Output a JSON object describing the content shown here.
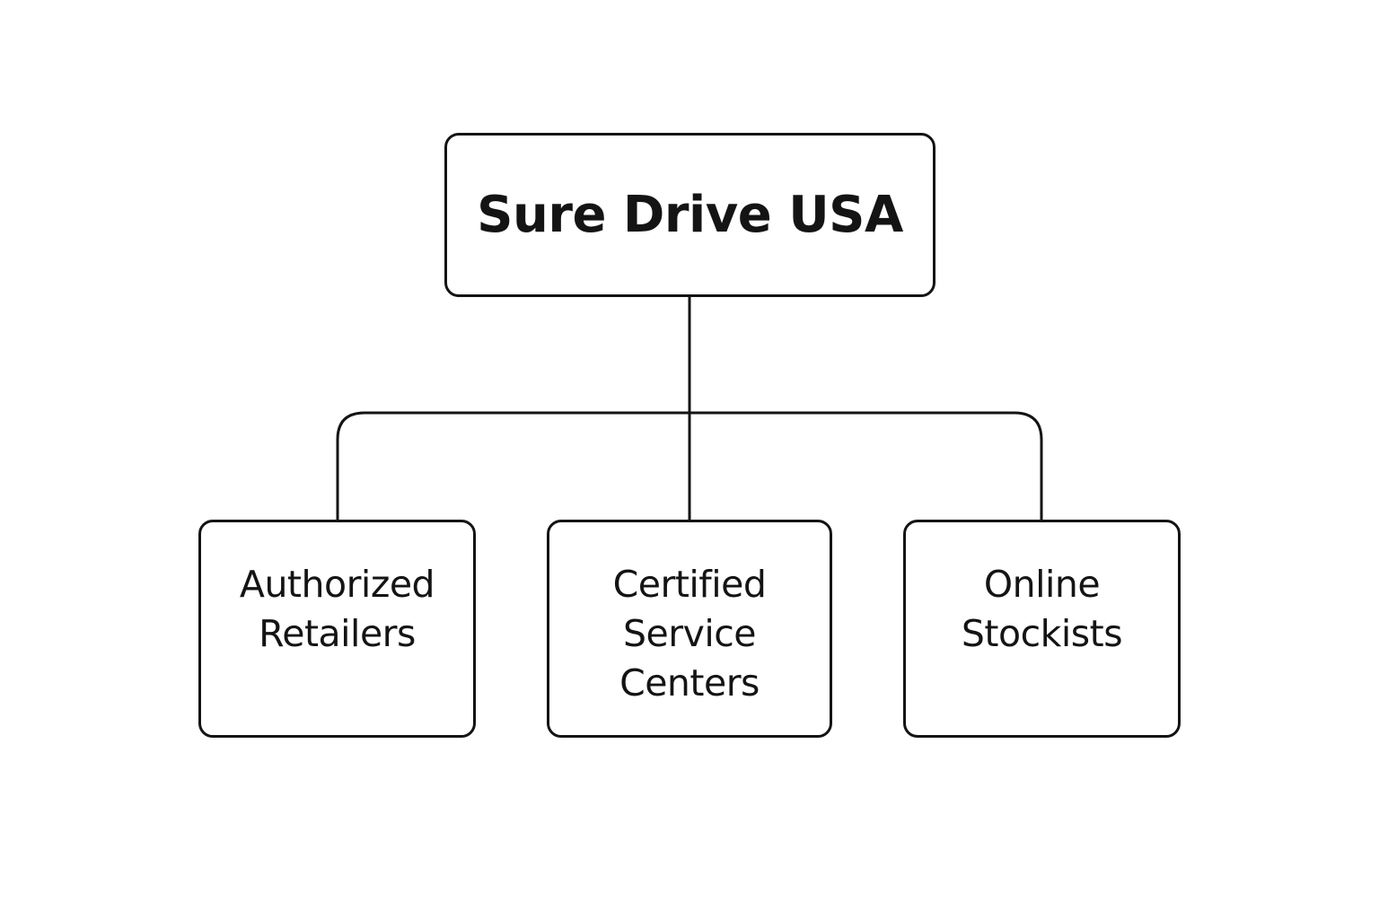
{
  "diagram": {
    "root": {
      "label": "Sure Drive USA"
    },
    "children": [
      {
        "label": "Authorized\nRetailers"
      },
      {
        "label": "Certified\nService\nCenters"
      },
      {
        "label": "Online\nStockists"
      }
    ],
    "colors": {
      "stroke": "#141414",
      "background": "#ffffff"
    }
  }
}
